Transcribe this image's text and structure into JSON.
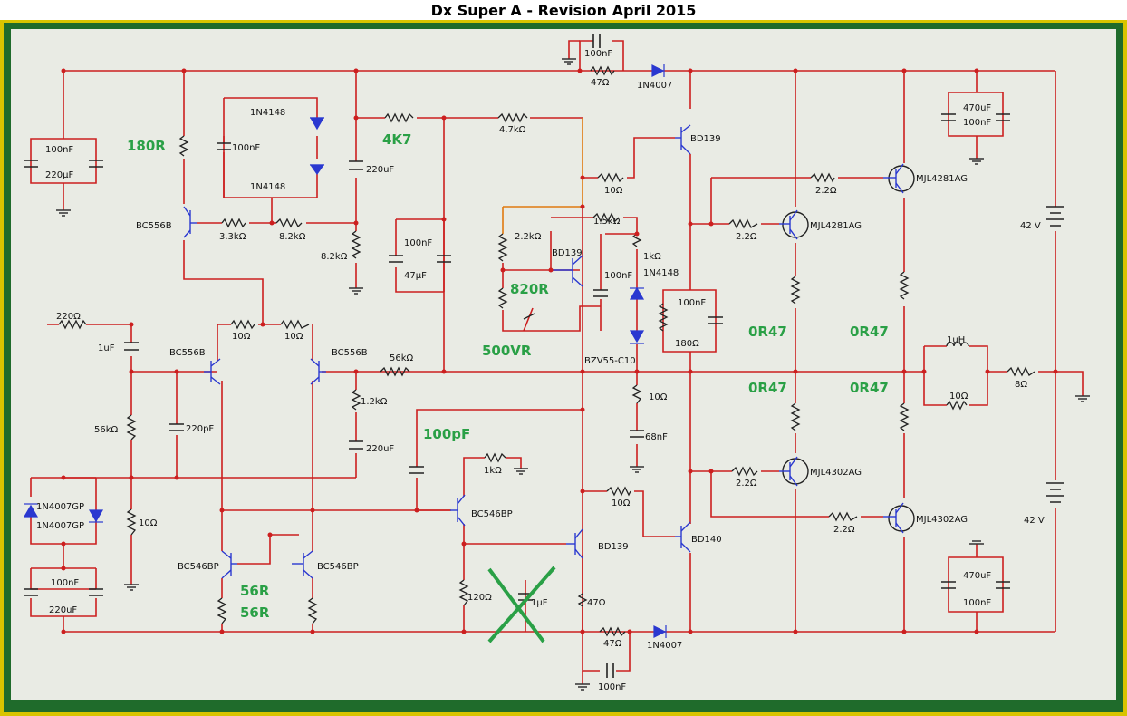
{
  "title": "Dx Super A - Revision April 2015",
  "colors": {
    "wire": "#cc1f1f",
    "border_green": "#1f6b2b",
    "border_yellow": "#d8c400",
    "panel": "#e9ebe4",
    "annot": "#2aa046",
    "diode": "#2a38d0",
    "orange": "#e07a10",
    "ground": "#333333"
  },
  "labels": {
    "c_top_100n": "100nF",
    "r_top_47": "47Ω",
    "d_top": "1N4007",
    "c_in_100n": "100nF",
    "c_in_220u": "220µF",
    "annot_180R": "180R",
    "d_1n4148_a": "1N4148",
    "d_1n4148_b": "1N4148",
    "c_100nF_left": "100nF",
    "annot_4K7": "4K7",
    "r_4_7k": "4.7kΩ",
    "c_220uF_1": "220uF",
    "q_bc556_top": "BC556B",
    "r_3_3k": "3.3kΩ",
    "r_8_2k_a": "8.2kΩ",
    "r_8_2k_b": "8.2kΩ",
    "c_100nF_mid": "100nF",
    "c_47uF": "47µF",
    "r_10_vas": "10Ω",
    "r_1_5k": "1.5kΩ",
    "r_2_2k": "2.2kΩ",
    "q_bd139_a": "BD139",
    "annot_820R": "820R",
    "c_100nF_b": "100nF",
    "r_1k_a": "1kΩ",
    "d_1n4148_c": "1N4148",
    "annot_500VR": "500VR",
    "d_bzv": "BZV55-C10",
    "q_bd139_drv": "BD139",
    "c_100nF_box": "100nF",
    "r_180": "180Ω",
    "r_2_2_a": "2.2Ω",
    "r_2_2_b": "2.2Ω",
    "q_mjl4281_a": "MJL4281AG",
    "q_mjl4281_b": "MJL4281AG",
    "c_470uF_top": "470uF",
    "c_100nF_top_r": "100nF",
    "v_42_top": "42 V",
    "annot_0R47_a": "0R47",
    "annot_0R47_b": "0R47",
    "annot_0R47_c": "0R47",
    "annot_0R47_d": "0R47",
    "l_1uH": "1uH",
    "r_10_out": "10Ω",
    "r_8_out": "8Ω",
    "r_220": "220Ω",
    "c_1uF": "1uF",
    "q_bc556_l": "BC556B",
    "q_bc556_r": "BC556B",
    "r_10_la": "10Ω",
    "r_10_lb": "10Ω",
    "r_56k_a": "56kΩ",
    "r_56k_b": "56kΩ",
    "c_220pF": "220pF",
    "r_1_2k": "1.2kΩ",
    "c_220uF_2": "220uF",
    "annot_100pF": "100pF",
    "r_1k_b": "1kΩ",
    "r_10_mid": "10Ω",
    "c_68nF": "68nF",
    "r_10_mid2": "10Ω",
    "d_1n4007gp_a": "1N4007GP",
    "d_1n4007gp_b": "1N4007GP",
    "r_10_l": "10Ω",
    "q_bc546_vas": "BC546BP",
    "q_bd139_b": "BD139",
    "q_bd140": "BD140",
    "q_mjl4302_a": "MJL4302AG",
    "q_mjl4302_b": "MJL4302AG",
    "r_2_2_c": "2.2Ω",
    "r_2_2_d": "2.2Ω",
    "v_42_bot": "42 V",
    "c_100nF_lb": "100nF",
    "c_220uF_lb": "220uF",
    "q_bc546_l": "BC546BP",
    "q_bc546_r": "BC546BP",
    "annot_56R_a": "56R",
    "annot_56R_b": "56R",
    "r_120": "120Ω",
    "c_1uF_x": "1µF",
    "r_47_b": "47Ω",
    "r_47_c": "47Ω",
    "d_bot": "1N4007",
    "c_bot_100n": "100nF",
    "c_470uF_bot": "470uF",
    "c_100nF_bot_r": "100nF"
  }
}
